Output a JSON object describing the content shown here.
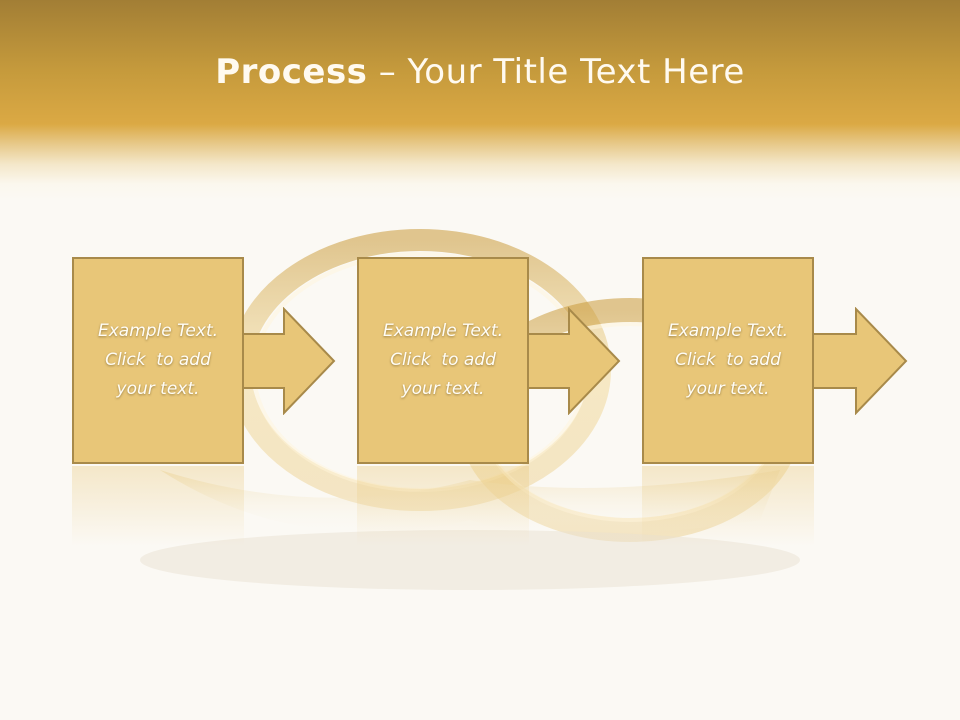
{
  "slide": {
    "title_bold": "Process",
    "title_rest": " – Your Title Text Here"
  },
  "steps": [
    {
      "line1": "Example Text.",
      "line2": "Click  to add",
      "line3": "your text."
    },
    {
      "line1": "Example Text.",
      "line2": "Click  to add",
      "line3": "your text."
    },
    {
      "line1": "Example Text.",
      "line2": "Click  to add",
      "line3": "your text."
    }
  ],
  "colors": {
    "header_dark": "#a27e35",
    "header_gold": "#dba944",
    "box_fill": "#e8c678",
    "box_border": "#a88a4a",
    "text": "#fffdf6"
  },
  "decor": {
    "background_image": "gold-wedding-rings"
  }
}
